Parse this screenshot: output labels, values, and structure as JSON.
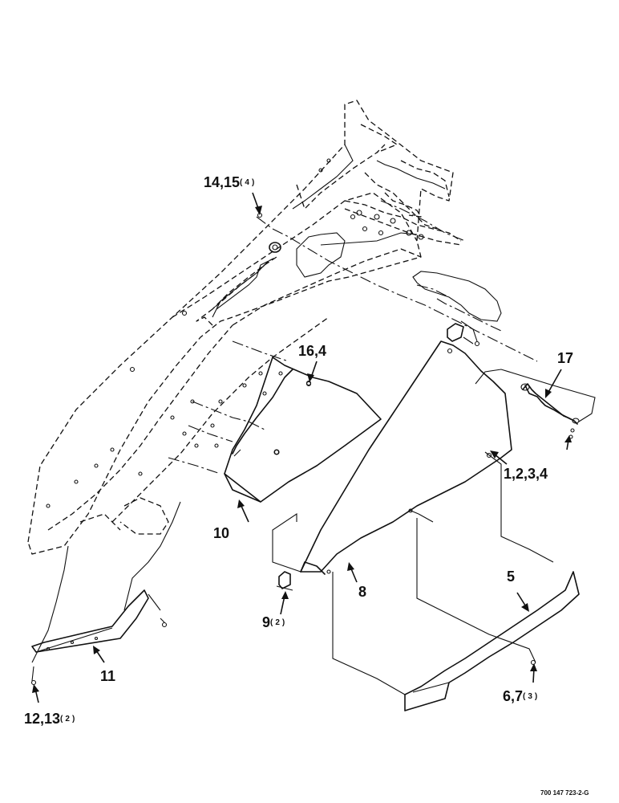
{
  "callouts": [
    {
      "id": "c14",
      "main": "14,15",
      "sub": "(4)"
    },
    {
      "id": "c16",
      "main": "16,4",
      "sub": ""
    },
    {
      "id": "c17",
      "main": "17",
      "sub": ""
    },
    {
      "id": "c1",
      "main": "1,2,3,4",
      "sub": ""
    },
    {
      "id": "c10",
      "main": "10",
      "sub": ""
    },
    {
      "id": "c5",
      "main": "5",
      "sub": ""
    },
    {
      "id": "c8",
      "main": "8",
      "sub": ""
    },
    {
      "id": "c9",
      "main": "9",
      "sub": "(2)"
    },
    {
      "id": "c6",
      "main": "6,7",
      "sub": "(3)"
    },
    {
      "id": "c11",
      "main": "11",
      "sub": ""
    },
    {
      "id": "c12",
      "main": "12,13",
      "sub": "(2)"
    }
  ],
  "document_number": "700 147 723-2-G"
}
